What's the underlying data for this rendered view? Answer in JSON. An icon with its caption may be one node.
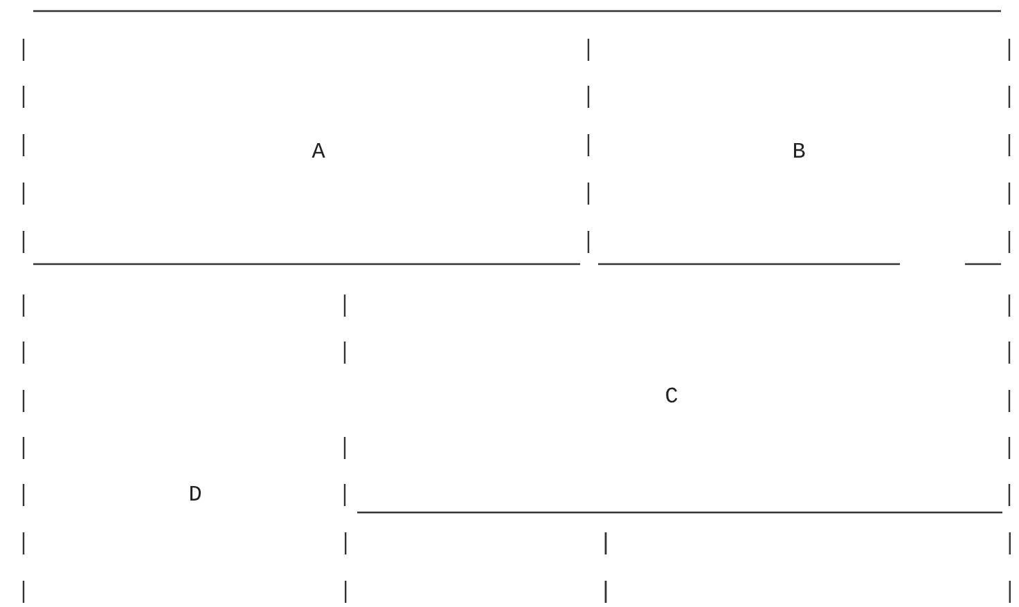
{
  "diagram": {
    "nodes": [
      {
        "text": [
          "A"
        ]
      },
      {
        "text": [
          "B"
        ]
      },
      {
        "text": [
          "C"
        ]
      },
      {
        "text": [
          "D"
        ]
      },
      {
        "text": [],
        "shape": "box"
      },
      {
        "text": [],
        "shape": "box"
      }
    ]
  }
}
